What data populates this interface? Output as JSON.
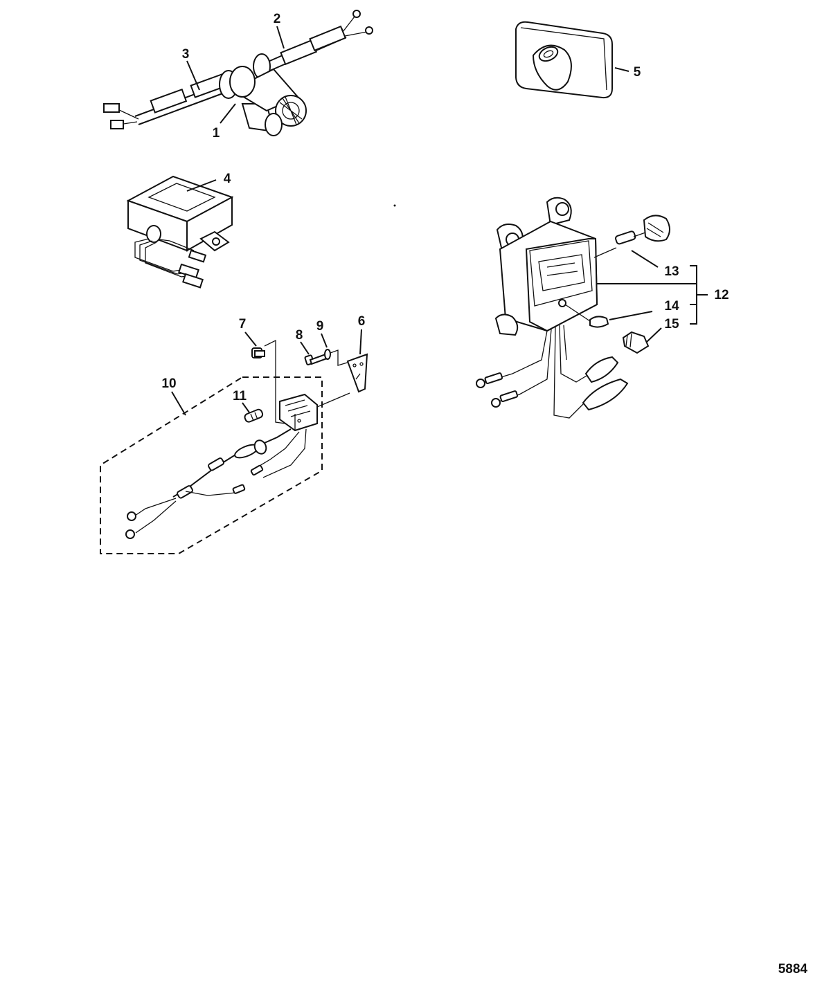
{
  "diagram": {
    "drawing_number": "5884",
    "callouts": [
      {
        "id": "1",
        "label": "1"
      },
      {
        "id": "2",
        "label": "2"
      },
      {
        "id": "3",
        "label": "3"
      },
      {
        "id": "4",
        "label": "4"
      },
      {
        "id": "5",
        "label": "5"
      },
      {
        "id": "6",
        "label": "6"
      },
      {
        "id": "7",
        "label": "7"
      },
      {
        "id": "8",
        "label": "8"
      },
      {
        "id": "9",
        "label": "9"
      },
      {
        "id": "10",
        "label": "10"
      },
      {
        "id": "11",
        "label": "11"
      },
      {
        "id": "12",
        "label": "12"
      },
      {
        "id": "13",
        "label": "13"
      },
      {
        "id": "14",
        "label": "14"
      },
      {
        "id": "15",
        "label": "15"
      }
    ]
  }
}
